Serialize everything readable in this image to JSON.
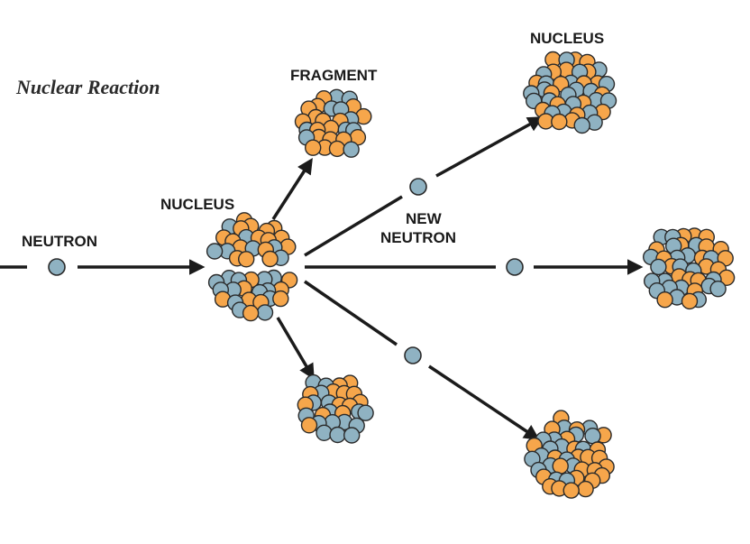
{
  "title": "Nuclear Reaction",
  "labels": {
    "neutron": "NEUTRON",
    "nucleus": "NUCLEUS",
    "fragment": "FRAGMENT",
    "nucleus_top_right": "NUCLEUS",
    "new_neutron_line1": "NEW",
    "new_neutron_line2": "NEUTRON"
  },
  "colors": {
    "proton": "#f6a64b",
    "neutron": "#8fb2c2",
    "outline": "#2a2a2a",
    "arrow": "#1b1b1b"
  }
}
